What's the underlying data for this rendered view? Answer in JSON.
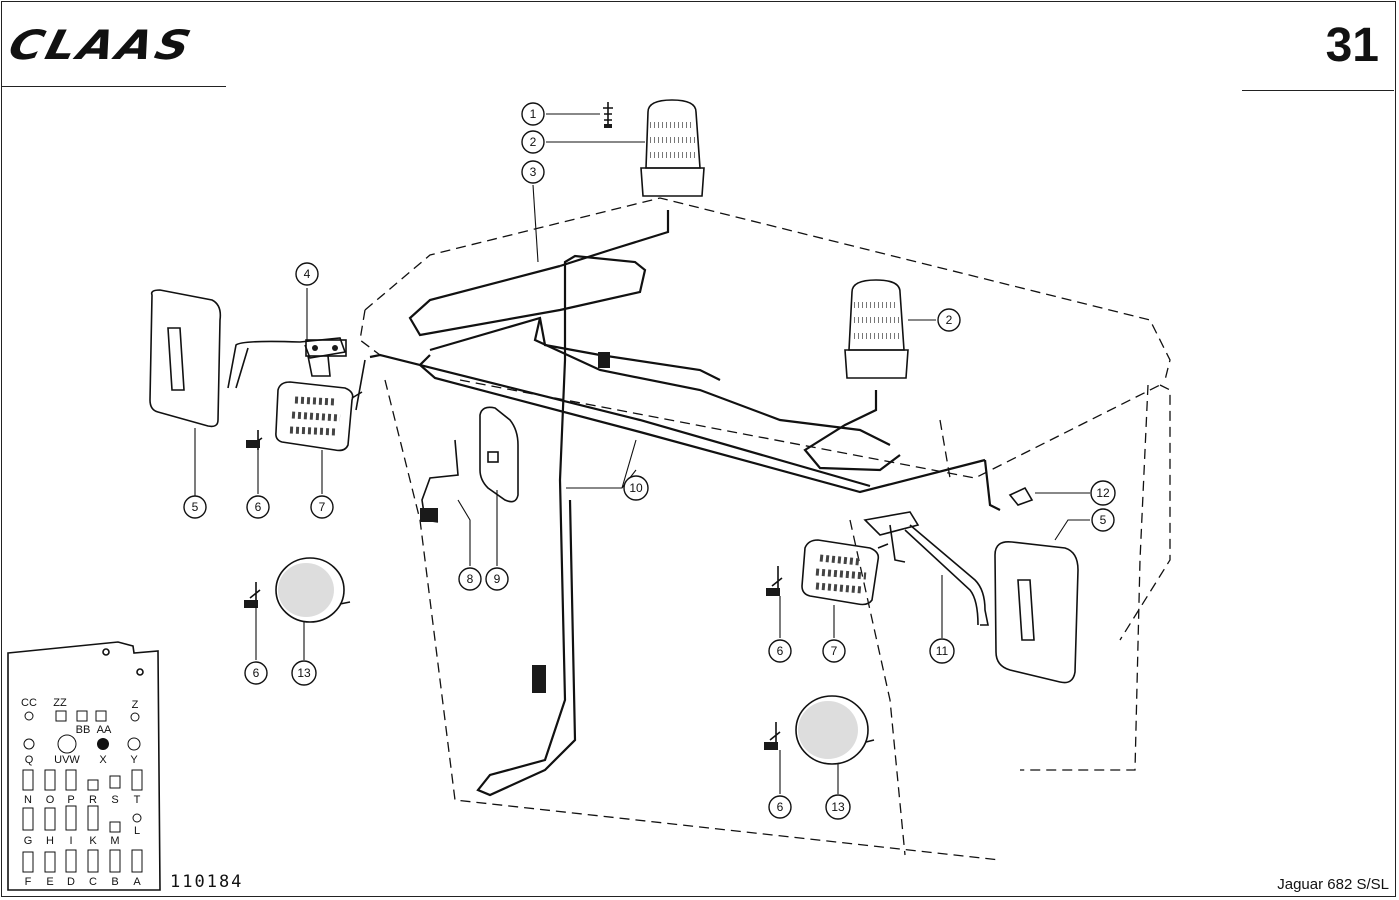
{
  "header": {
    "brand": "CLAAS",
    "page_number": "31"
  },
  "footer": {
    "drawing_number": "110184",
    "model": "Jaguar 682 S/SL"
  },
  "callouts": [
    {
      "label": "1"
    },
    {
      "label": "2"
    },
    {
      "label": "3"
    },
    {
      "label": "2"
    },
    {
      "label": "4"
    },
    {
      "label": "5"
    },
    {
      "label": "6"
    },
    {
      "label": "7"
    },
    {
      "label": "10"
    },
    {
      "label": "8"
    },
    {
      "label": "9"
    },
    {
      "label": "12"
    },
    {
      "label": "5"
    },
    {
      "label": "6"
    },
    {
      "label": "13"
    },
    {
      "label": "6"
    },
    {
      "label": "7"
    },
    {
      "label": "11"
    },
    {
      "label": "6"
    },
    {
      "label": "13"
    }
  ],
  "fuse_box": {
    "labels": [
      "CC",
      "ZZ",
      "Z",
      "BB",
      "AA",
      "Q",
      "UVW",
      "X",
      "Y",
      "N",
      "O",
      "P",
      "R",
      "S",
      "T",
      "L",
      "G",
      "H",
      "I",
      "K",
      "M",
      "F",
      "E",
      "D",
      "C",
      "B",
      "A"
    ]
  }
}
